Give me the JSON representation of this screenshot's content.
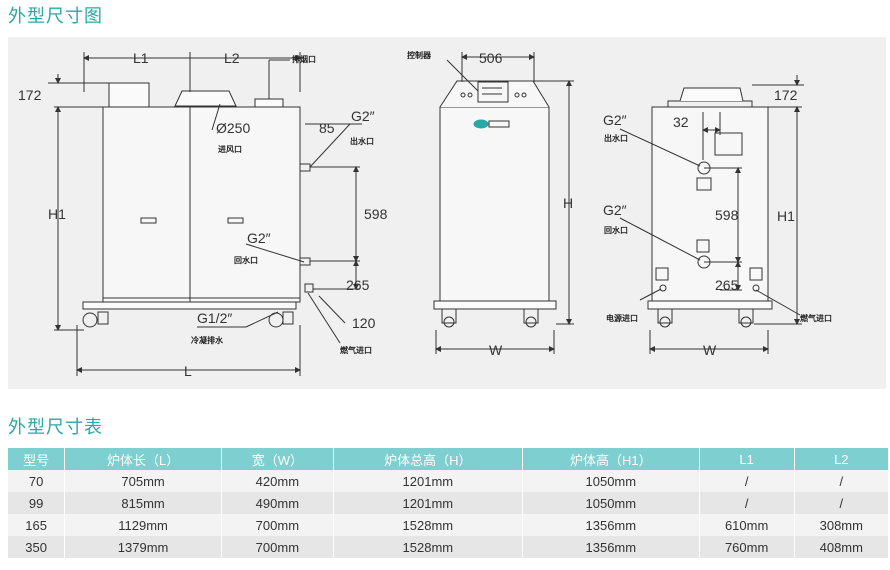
{
  "titles": {
    "drawing": "外型尺寸图",
    "table": "外型尺寸表"
  },
  "drawing": {
    "dims": {
      "l1": "L1",
      "l2": "L2",
      "l": "L",
      "h": "H",
      "h1": "H1",
      "w": "W",
      "d172a": "172",
      "d172b": "172",
      "d250": "Ø250",
      "d85": "85",
      "d598a": "598",
      "d598b": "598",
      "d265a": "265",
      "d265b": "265",
      "d120": "120",
      "d506": "506",
      "d32": "32",
      "g2a": "G2″",
      "g2b": "G2″",
      "g2c": "G2″",
      "g2d": "G2″",
      "g12": "G1/2″"
    },
    "labels": {
      "exhaust": "排烟口",
      "air_in": "进风口",
      "water_out_a": "出水口",
      "water_ret_a": "回水口",
      "drain": "冷凝排水",
      "gas_in_a": "燃气进口",
      "controller": "控制器",
      "water_out_b": "出水口",
      "water_ret_b": "回水口",
      "power_in": "电源进口",
      "gas_in_b": "燃气进口"
    },
    "colors": {
      "panel": "#f0f0f0",
      "line": "#333333",
      "accent": "#29a9a6"
    }
  },
  "table": {
    "headers": [
      "型号",
      "炉体长（L）",
      "宽（W）",
      "炉体总高（H）",
      "炉体高（H1）",
      "L1",
      "L2"
    ],
    "rows": [
      [
        "70",
        "705mm",
        "420mm",
        "1201mm",
        "1050mm",
        "/",
        "/"
      ],
      [
        "99",
        "815mm",
        "490mm",
        "1201mm",
        "1050mm",
        "/",
        "/"
      ],
      [
        "165",
        "1129mm",
        "700mm",
        "1528mm",
        "1356mm",
        "610mm",
        "308mm"
      ],
      [
        "350",
        "1379mm",
        "700mm",
        "1528mm",
        "1356mm",
        "760mm",
        "408mm"
      ]
    ]
  }
}
